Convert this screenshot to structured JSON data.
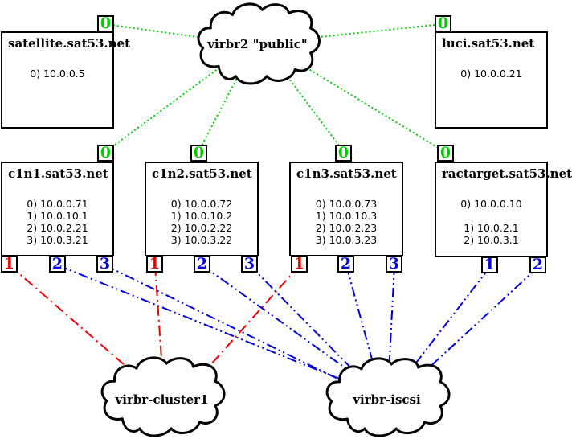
{
  "colors": {
    "public_net": "#00cc00",
    "cluster_net": "#ee0000",
    "iscsi_net": "#0000dd",
    "box_border": "#000000",
    "background": "#ffffff"
  },
  "clouds": {
    "public": {
      "label": "virbr2  \"public\""
    },
    "cluster": {
      "label": "virbr-cluster1"
    },
    "iscsi": {
      "label": "virbr-iscsi"
    }
  },
  "nodes": [
    {
      "id": "satellite",
      "title": "satellite.sat53.net",
      "interfaces": [
        "0) 10.0.0.5"
      ],
      "ports": [
        {
          "label": "0",
          "net": "public"
        }
      ]
    },
    {
      "id": "luci",
      "title": "luci.sat53.net",
      "interfaces": [
        "0) 10.0.0.21"
      ],
      "ports": [
        {
          "label": "0",
          "net": "public"
        }
      ]
    },
    {
      "id": "c1n1",
      "title": "c1n1.sat53.net",
      "interfaces": [
        "0) 10.0.0.71",
        "1) 10.0.10.1",
        "2) 10.0.2.21",
        "3) 10.0.3.21"
      ],
      "ports": [
        {
          "label": "0",
          "net": "public"
        },
        {
          "label": "1",
          "net": "cluster"
        },
        {
          "label": "2",
          "net": "iscsi"
        },
        {
          "label": "3",
          "net": "iscsi"
        }
      ]
    },
    {
      "id": "c1n2",
      "title": "c1n2.sat53.net",
      "interfaces": [
        "0) 10.0.0.72",
        "1) 10.0.10.2",
        "2) 10.0.2.22",
        "3) 10.0.3.22"
      ],
      "ports": [
        {
          "label": "0",
          "net": "public"
        },
        {
          "label": "1",
          "net": "cluster"
        },
        {
          "label": "2",
          "net": "iscsi"
        },
        {
          "label": "3",
          "net": "iscsi"
        }
      ]
    },
    {
      "id": "c1n3",
      "title": "c1n3.sat53.net",
      "interfaces": [
        "0) 10.0.0.73",
        "1) 10.0.10.3",
        "2) 10.0.2.23",
        "3) 10.0.3.23"
      ],
      "ports": [
        {
          "label": "0",
          "net": "public"
        },
        {
          "label": "1",
          "net": "cluster"
        },
        {
          "label": "2",
          "net": "iscsi"
        },
        {
          "label": "3",
          "net": "iscsi"
        }
      ]
    },
    {
      "id": "ractarget",
      "title": "ractarget.sat53.net",
      "interfaces": [
        "0) 10.0.0.10",
        "",
        "1) 10.0.2.1",
        "2) 10.0.3.1"
      ],
      "ports": [
        {
          "label": "0",
          "net": "public"
        },
        {
          "label": "1",
          "net": "iscsi"
        },
        {
          "label": "2",
          "net": "iscsi"
        }
      ]
    }
  ]
}
